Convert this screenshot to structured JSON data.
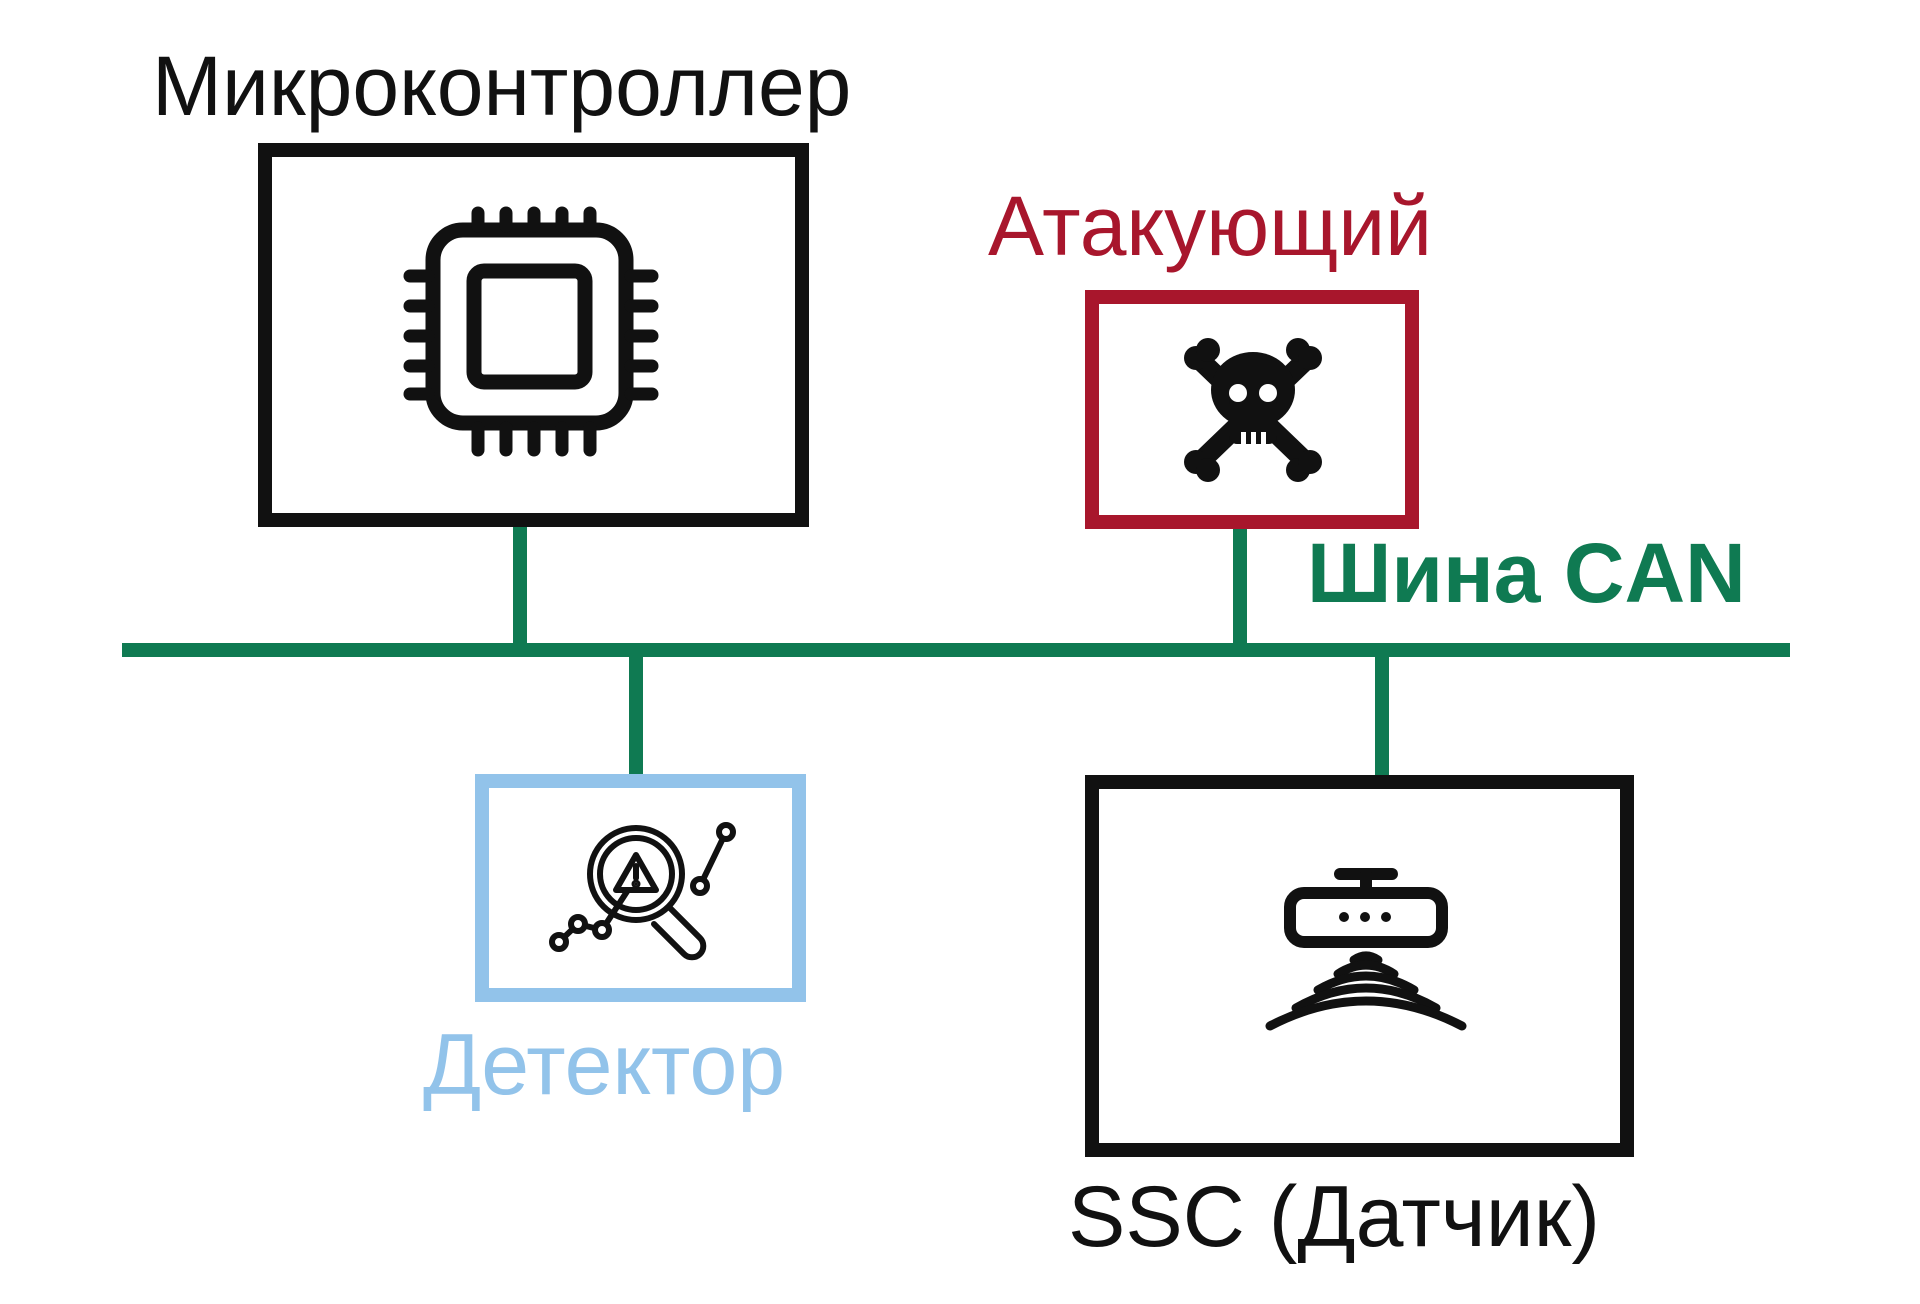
{
  "nodes": {
    "microcontroller": {
      "label": "Микроконтроллер",
      "icon": "cpu-chip-icon",
      "color": "#111111"
    },
    "attacker": {
      "label": "Атакующий",
      "icon": "skull-crossbones-icon",
      "color": "#a8162c"
    },
    "detector": {
      "label": "Детектор",
      "icon": "magnifier-warning-icon",
      "color": "#92c3ea"
    },
    "sensor": {
      "label": "SSC (Датчик)",
      "icon": "wireless-sensor-icon",
      "color": "#111111"
    }
  },
  "bus": {
    "label": "Шина CAN",
    "color": "#0f7a52"
  }
}
